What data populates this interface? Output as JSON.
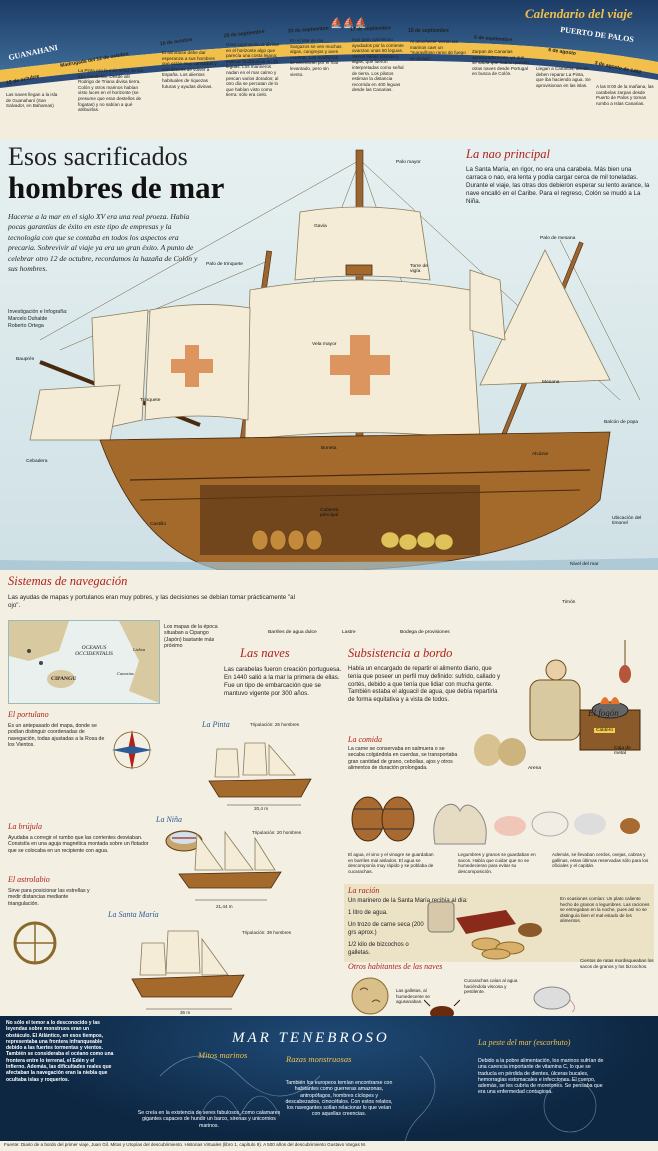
{
  "calendar": {
    "title": "Calendario del viaje",
    "origin": "PUERTO DE PALOS",
    "destination": "GUANAHANI",
    "entries": [
      {
        "date": "12 de octubre",
        "text": "Las naves llegan a la isla de Guanahaní (San Salvador, en Bahamas)"
      },
      {
        "date": "Madrugada del 12 de octubre",
        "text": "La Pinta era la más veloz de las tres carabelas. Desde allí Rodrigo de Triana divisa tierra. Colón y otros marinos habían visto luces en el horizonte (se presume que eran destellos de fogatas) y no sabían a qué atribuirlas."
      },
      {
        "date": "10 de octubre",
        "text": "El almirante debe dar esperanza a sus hombres que están muy cansados y con deseos de volver a España. Los alientos habituales de riquezas futuras y ayudas divinas."
      },
      {
        "date": "25 de septiembre",
        "text": "Gran conmoción al divisar en el horizonte algo que parecía una costa lejana; estimar la distancia en 25 leguas. Los marineros nadan en el mar calmo y pescan varios dorados; al otro día se percatan de lo que habían visto como tierra: sólo era cielo."
      },
      {
        "date": "23 de septiembre",
        "text": "En el Mar de los Sargazos se ven muchas algas, cangrejos y aves marinas. Los marineros se asombran por el mar levantado, pero sin viento."
      },
      {
        "date": "17 de septiembre",
        "text": "Hay gran optimismo; ayudados por la corriente avanzan unas 50 leguas. Vieron varias toninas y algas, que fueron interpretadas como señal de tierra. Los pilotos estiman la distancia recorrida en 400 leguas desde las Canarias."
      },
      {
        "date": "15 de septiembre",
        "text": "Al anochecer vieron los marinos caer un \"maravilloso ramo de fuego en el mar\"."
      },
      {
        "date": "6 de septiembre",
        "text": "Zarpan de Canarias apresuradamente, ya que se sabía que habían partido otras naves desde Portugal en busca de Colón."
      },
      {
        "date": "6 de agosto",
        "text": "Llegan a Canarias, donde deben reparar La Pinta, que iba haciendo agua. Se aprovisionan en las islas."
      },
      {
        "date": "3 de agosto de 1492",
        "text": "A las 8:00 de la mañana, las carabelas zarpan desde Puerto de Palos y toman rumbo a Islas Canarias."
      }
    ]
  },
  "header": {
    "title_line1": "Esos sacrificados",
    "title_line2": "hombres de mar",
    "intro": "Hacerse a la mar en el siglo XV era una real proeza. Había pocas garantías de éxito en este tipo de empresas y la tecnología con que se contaba en todos los aspectos era precaria. Sobrevivir al viaje ya era un gran éxito. A punto de celebrar otro 12 de octubre, recordamos la hazaña de Colón y sus hombres.",
    "credits_label": "Investigación e Infografía:",
    "author1": "Marcelo Duhalde",
    "author2": "Roberto Ortega"
  },
  "nao": {
    "title": "La nao principal",
    "text": "La Santa María, en rigor, no era una carabela. Más bien una carraca o nao, era lenta y podía cargar cerca de mil toneladas. Durante el viaje, las otras dos debieron esperar su lento avance, la nave encalló en el Caribe. Para el regreso, Colón se mudó a La Niña."
  },
  "ship_labels": {
    "palo_mayor": "Palo mayor",
    "gavia": "Gavia",
    "torre": "Torre de vigía",
    "palo_mesana": "Palo de mesana",
    "palo_trinquete": "Palo de trinquete",
    "vela_mayor": "Vela mayor",
    "bauprés": "Bauprés",
    "trinquete": "Trinquete",
    "mesana": "Mesana",
    "balcon": "Balcón de popa",
    "boneta": "Boneta",
    "cebadera": "Cebadera",
    "alcazar": "Alcázar",
    "castillo": "Castillo",
    "cubierta": "Cubierta principal",
    "ubicacion": "Ubicación del timonel",
    "nivel": "Nivel del mar",
    "timon": "Timón",
    "barriles": "Barriles de agua dulce",
    "lastre": "Lastre",
    "bodega": "Bodega de provisiones"
  },
  "navegacion": {
    "title": "Sistemas de navegación",
    "text": "Las ayudas de mapas y portulanos eran muy pobres, y las decisiones se debían tomar prácticamente \"al ojo\".",
    "map_caption": "Los mapas de la época situaban a Cipango (Japón) bastante más próximo",
    "map_labels": {
      "oceanus": "OCEANUS OCCIDENTALIS",
      "cipangu": "CIPANGU",
      "canarias": "Canarias",
      "lisboa": "Lisboa"
    },
    "portulano_title": "El portulano",
    "portulano_text": "Es un antepasado del mapa, donde se podían distinguir coordenadas de navegación, todas ajustadas a la Rosa de los Vientos.",
    "brujula_title": "La brújula",
    "brujula_text": "Ayudaba a corregir el rumbo que las corrientes desviaban. Consistía en una aguja magnética montada sobre un flotador que se colocaba en un recipiente con agua.",
    "astrolabio_title": "El astrolabio",
    "astrolabio_text": "Sirve para posicionar las estrellas y medir distancias mediante triangulación."
  },
  "naves": {
    "title": "Las naves",
    "text": "Las carabelas fueron creación portuguesa. En 1440 salió a la mar la primera de ellas. Fue un tipo de embarcación que se mantuvo vigente por 300 años.",
    "ships": [
      {
        "name": "La Pinta",
        "crew": "Tripulación: 25 hombres",
        "length": "20,4 m"
      },
      {
        "name": "La Niña",
        "crew": "Tripulación: 20 hombres",
        "length": "21,44 m"
      },
      {
        "name": "La Santa María",
        "crew": "Tripulación: 39 hombres",
        "length": "36 m"
      }
    ]
  },
  "subsistencia": {
    "title": "Subsistencia a bordo",
    "text": "Había un encargado de repartir el alimento diario, que tenía que poseer un perfil muy definido: sufrido, callado y cortés, debido a que tenía que lidiar con mucha gente. También estaba el alguacil de agua, que debía repartirla de forma equitativa y a vista de todos.",
    "fogon": "El fogón",
    "caldero": "Caldero",
    "caja": "Caja de metal",
    "arena": "Arena",
    "comida_title": "La comida",
    "comida_text": "La carne se conservaba en salmuera o se secaba colgándola en cuerdas, se transportaba gran cantidad de grano, cebollas, ajos y otros alimentos de duración prolongada.",
    "agua_text": "El agua, el vino y el vinagre se guardaban en barriles mal aislados. El agua se descomponía muy rápido y se poblaba de cucarachas.",
    "legumbres_text": "Legumbres y granos se guardaban en sacos. Había que cuidar que no se humedecieran para evitar su descomposición.",
    "animales_text": "Además, se llevaban cerdos, ovejas, cabras y gallinas, estas últimas reservadas sólo para los oficiales y el capitán."
  },
  "racion": {
    "title": "La ración",
    "intro": "Un marinero de la Santa María recibía al día:",
    "items": [
      "1 litro de agua.",
      "Un trozo de carne seca (200 grs aprox.)",
      "1/2 kilo de bizcochos o galletas."
    ],
    "side_text": "En ocasiones comían: Un plato caliente hecho de granos o legumbres. Las raciones se entregaban en la noche, pues así no se distinguía bien el mal estado de los alimentos."
  },
  "otros": {
    "title": "Otros habitantes de las naves",
    "ratas": "Cientos de ratas mordisqueaban los sacos de granos y los bizcochos.",
    "galletas": "Las galletas, al humedecerse se agusanaban.",
    "cucarachas": "Cucarachas caían al agua haciéndola viscosa y pestilente."
  },
  "tenebroso": {
    "title": "MAR TENEBROSO",
    "left_text": "No sólo el temor a lo desconocido y las leyendas sobre monstruos eran un obstáculo. El Atlántico, en esos tiempos, representaba una frontera infranqueable debido a las fuertes tormentas y vientos. También se consideraba el océano como una frontera entre lo terrenal, el Edén y el Infierno. Además, las dificultades reales que afectaban la navegación eran la niebla que ocultaba islas y roqueríos.",
    "mitos_title": "Mitos marinos",
    "mitos_text": "Se creía en la existencia de seres fabulosos, como calamares gigantes capaces de hundir un barco, sirenas y unicornios marinos.",
    "razas_title": "Razas monstruosas",
    "razas_text": "También los europeos temían encontrarse con habitantes como guerreras amazonas, antropófagos, hombres cíclopes y descabezados, cinocéfalos. Con estos relatos, los navegantes solían relacionar lo que veían con aquellas creencias.",
    "peste_title": "La peste del mar (escorbuto)",
    "peste_text": "Debido a la pobre alimentación, los marinos sufrían de una carencia importante de vitamina C, lo que se traducía en pérdida de dientes, úlceras bucales, hemorragias estomacales e infecciones. El cuerpo, además, se les cubría de moretones. Se pensaba que era una enfermedad contagiosa."
  },
  "footer": {
    "text": "Fuente: Diario de a bordo del primer viaje, Juan Gil. Mitos y Utopías del descubrimiento. Historias Virtuales (libro 1, capítulo 9). A 500 años del descubrimiento Gustavo Vargas M."
  }
}
